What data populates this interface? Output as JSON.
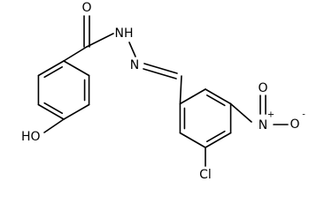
{
  "atoms": {
    "carbonyl_oxygen": "O",
    "amide_nh": "NH",
    "imine_n": "N",
    "hydroxyl": "HO",
    "nitro_n": "N",
    "nitro_n_charge": "+",
    "nitro_o_right": "O",
    "nitro_o_right_charge": "-",
    "nitro_o_bottom": "O",
    "chlorine": "Cl"
  }
}
